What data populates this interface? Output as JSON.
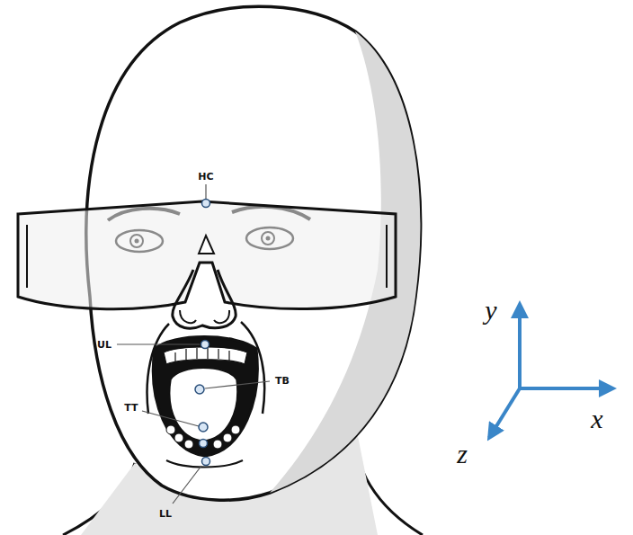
{
  "diagram": {
    "labels": [
      "HC",
      "UL",
      "TB",
      "TT",
      "LL",
      "y",
      "x",
      "z"
    ]
  }
}
